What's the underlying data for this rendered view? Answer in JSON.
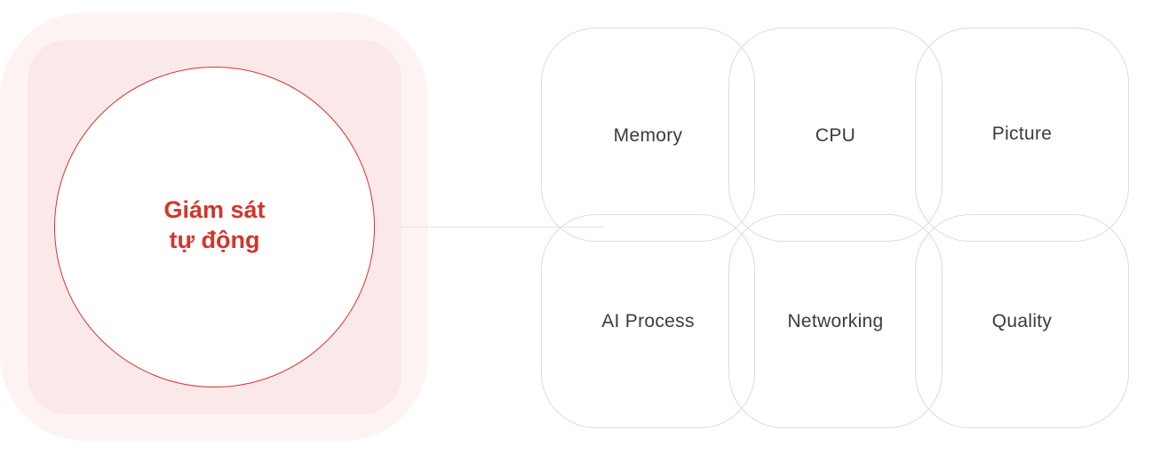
{
  "center": {
    "label_line1": "Giám sát",
    "label_line2": "tự động",
    "accent_color": "#d0372b"
  },
  "tiles": [
    {
      "label": "Memory"
    },
    {
      "label": "CPU"
    },
    {
      "label": "Picture"
    },
    {
      "label": "AI Process"
    },
    {
      "label": "Networking"
    },
    {
      "label": "Quality"
    }
  ]
}
